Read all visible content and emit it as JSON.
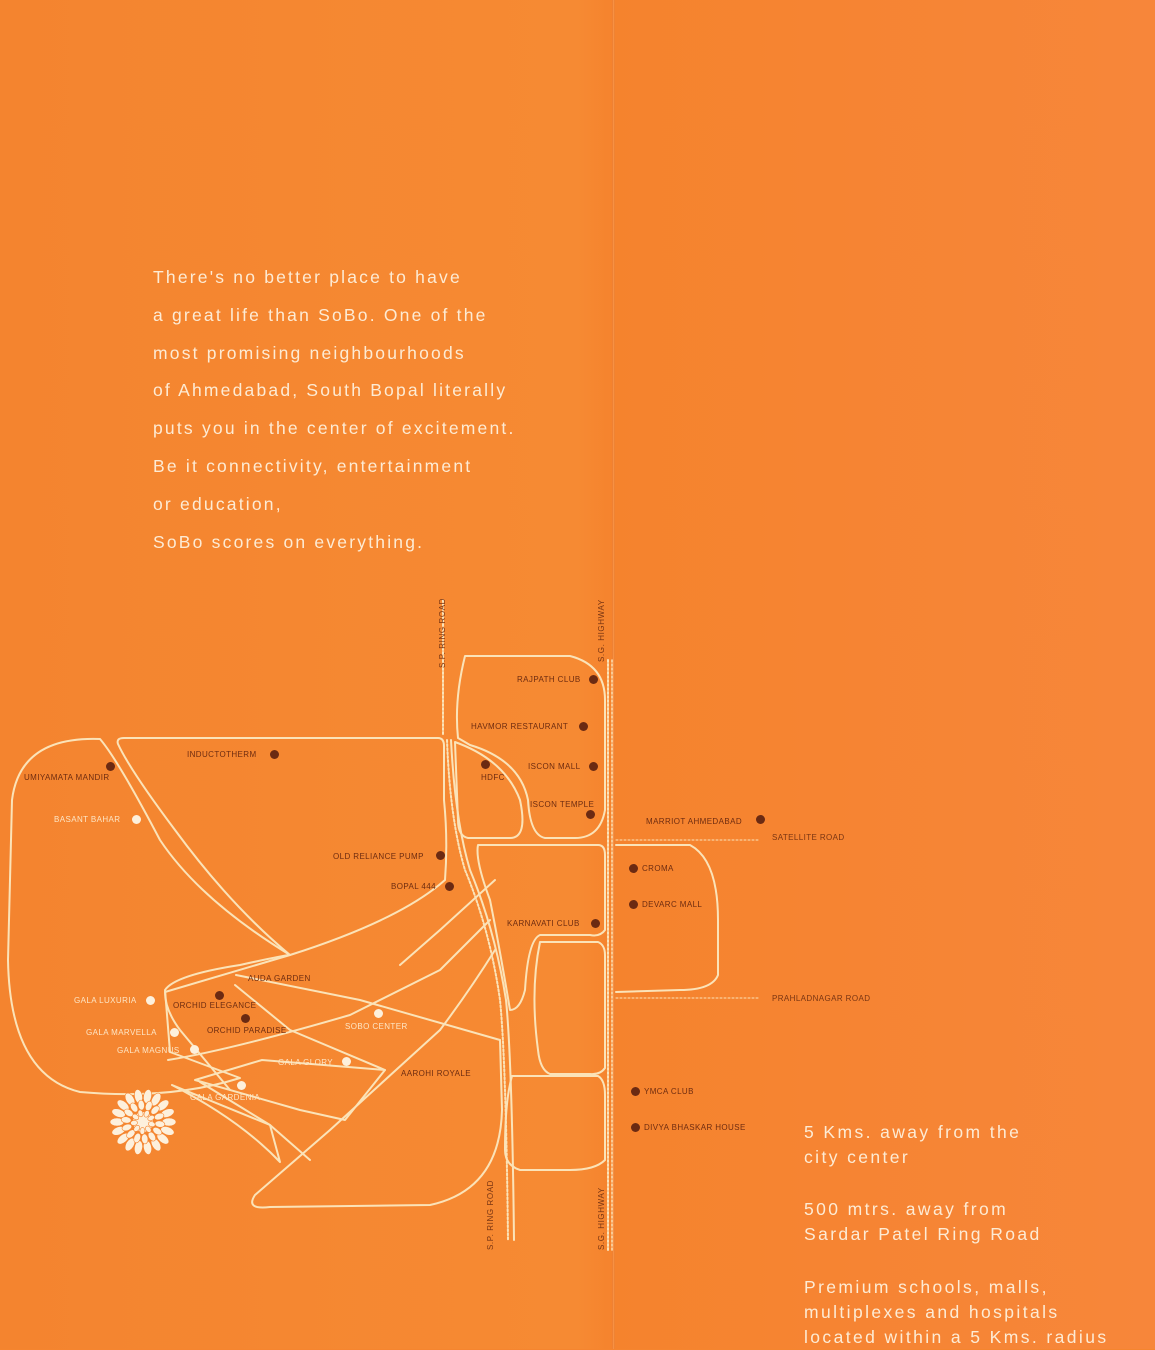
{
  "intro": {
    "lines": [
      "There's no better place to have",
      "a great life than SoBo. One of the",
      "most promising neighbourhoods",
      "of Ahmedabad, South Bopal literally",
      "puts you in the center of excitement.",
      "Be it connectivity, entertainment",
      "or education,",
      "SoBo scores on everything."
    ]
  },
  "map": {
    "roads": {
      "sp_ring_top": "S.P. RING ROAD",
      "sg_highway_top": "S.G. HIGHWAY",
      "sp_ring_bottom": "S.P. RING ROAD",
      "sg_highway_bottom": "S.G. HIGHWAY",
      "satellite": "SATELLITE ROAD",
      "prahladnagar": "PRAHLADNAGAR ROAD"
    },
    "landmarks": {
      "rajpath_club": "RAJPATH CLUB",
      "havmor": "HAVMOR RESTAURANT",
      "inductotherm": "INDUCTOTHERM",
      "umiyamata": "UMIYAMATA MANDIR",
      "hdfc": "HDFC",
      "iscon_mall": "ISCON MALL",
      "iscon_temple": "ISCON TEMPLE",
      "marriot": "MARRIOT AHMEDABAD",
      "basant_bahar": "BASANT BAHAR",
      "old_reliance": "OLD RELIANCE PUMP",
      "croma": "CROMA",
      "bopal444": "BOPAL 444",
      "devarc": "DEVARC MALL",
      "karnavati": "KARNAVATI CLUB",
      "auda_garden": "AUDA GARDEN",
      "gala_luxuria": "GALA LUXURIA",
      "orchid_elegance": "ORCHID ELEGANCE",
      "orchid_paradise": "ORCHID PARADISE",
      "sobo_center": "SOBO CENTER",
      "gala_marvella": "GALA MARVELLA",
      "gala_magnus": "GALA MAGNUS",
      "gala_glory": "GALA GLORY",
      "aarohi": "AAROHI ROYALE",
      "gala_gardenia": "GALA GARDENIA",
      "ymca": "YMCA CLUB",
      "divya_bhaskar": "DIVYA BHASKAR HOUSE"
    },
    "colors": {
      "background": "#f5852f",
      "road_lines": "#fbe3b8",
      "landmark_dot": "#6b2a12",
      "project_dot": "#fdf0dc"
    },
    "icon": "flower-logo-icon"
  },
  "facts": [
    {
      "lines": [
        "5 Kms. away from the",
        "city center"
      ]
    },
    {
      "lines": [
        "500 mtrs. away from",
        "Sardar Patel Ring Road"
      ]
    },
    {
      "lines": [
        "Premium schools, malls,",
        "multiplexes and hospitals",
        "located within a 5 Kms. radius"
      ]
    }
  ]
}
